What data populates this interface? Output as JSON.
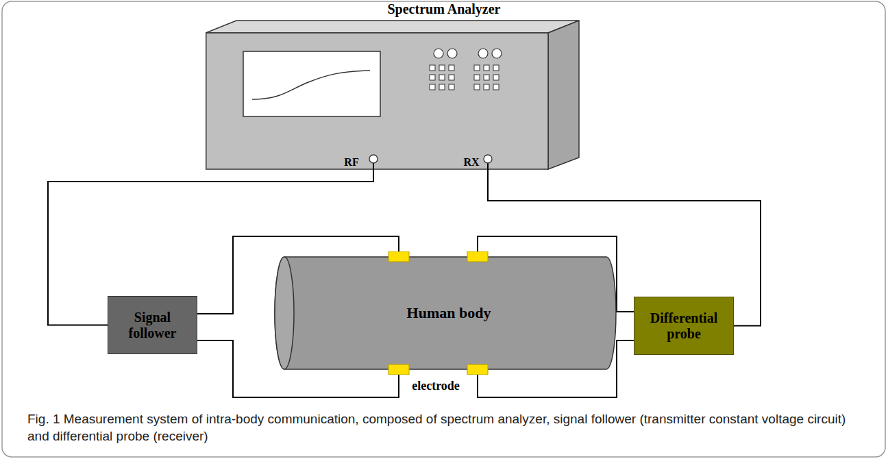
{
  "diagram": {
    "caption": "Fig. 1 Measurement system of intra-body communication, composed of spectrum analyzer, signal follower (transmitter constant voltage circuit) and differential probe (receiver)",
    "nodes": [
      {
        "text": [
          "Spectrum Analyzer"
        ]
      },
      {
        "text": [
          "Signal follower"
        ]
      },
      {
        "text": [
          "Human body"
        ]
      },
      {
        "text": [
          "Differential probe"
        ]
      }
    ],
    "edges": [
      {
        "from": 0,
        "to": 1,
        "arrow": "none"
      },
      {
        "from": 1,
        "to": 2,
        "arrow": "none"
      },
      {
        "from": 1,
        "to": 2,
        "arrow": "none"
      },
      {
        "from": 2,
        "to": 3,
        "arrow": "none"
      },
      {
        "from": 2,
        "to": 3,
        "arrow": "none"
      },
      {
        "from": 0,
        "to": 3,
        "arrow": "none"
      }
    ],
    "labels": [
      "RF",
      "RX",
      "electrode"
    ]
  }
}
